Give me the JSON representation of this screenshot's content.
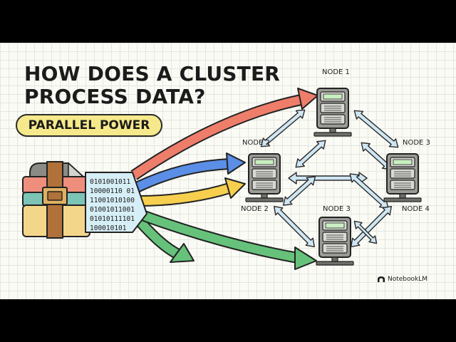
{
  "title": {
    "line1": "HOW DOES A CLUSTER",
    "line2": "PROCESS DATA?"
  },
  "badge": "PARALLEL POWER",
  "binary_lines": [
    "0101001011",
    "10000110 01",
    "11001010100",
    "01001011001",
    "01010111101",
    "100010101"
  ],
  "nodes": {
    "top": "NODE 1",
    "left_upper": "NODE 2",
    "left_lower": "NODE 2",
    "right_upper": "NODE 3",
    "right_lower": "NODE 4",
    "bottom": "NODE 3"
  },
  "logo": {
    "text": "NotebookLM",
    "icon": "notebooklm-logo-icon"
  },
  "colors": {
    "background": "#fbfbf6",
    "grid": "#e6e6df",
    "badge": "#f6e98b",
    "arrow_red": "#ee7d6a",
    "arrow_blue": "#5b8ee6",
    "arrow_yellow": "#f6cf4e",
    "arrow_green": "#66c27a",
    "link_arrow": "#cfe6f3",
    "server_body": "#9a9a96",
    "server_panel": "#c9efc1",
    "binary_panel": "#d6eef6",
    "archive_strap": "#b0713a"
  }
}
